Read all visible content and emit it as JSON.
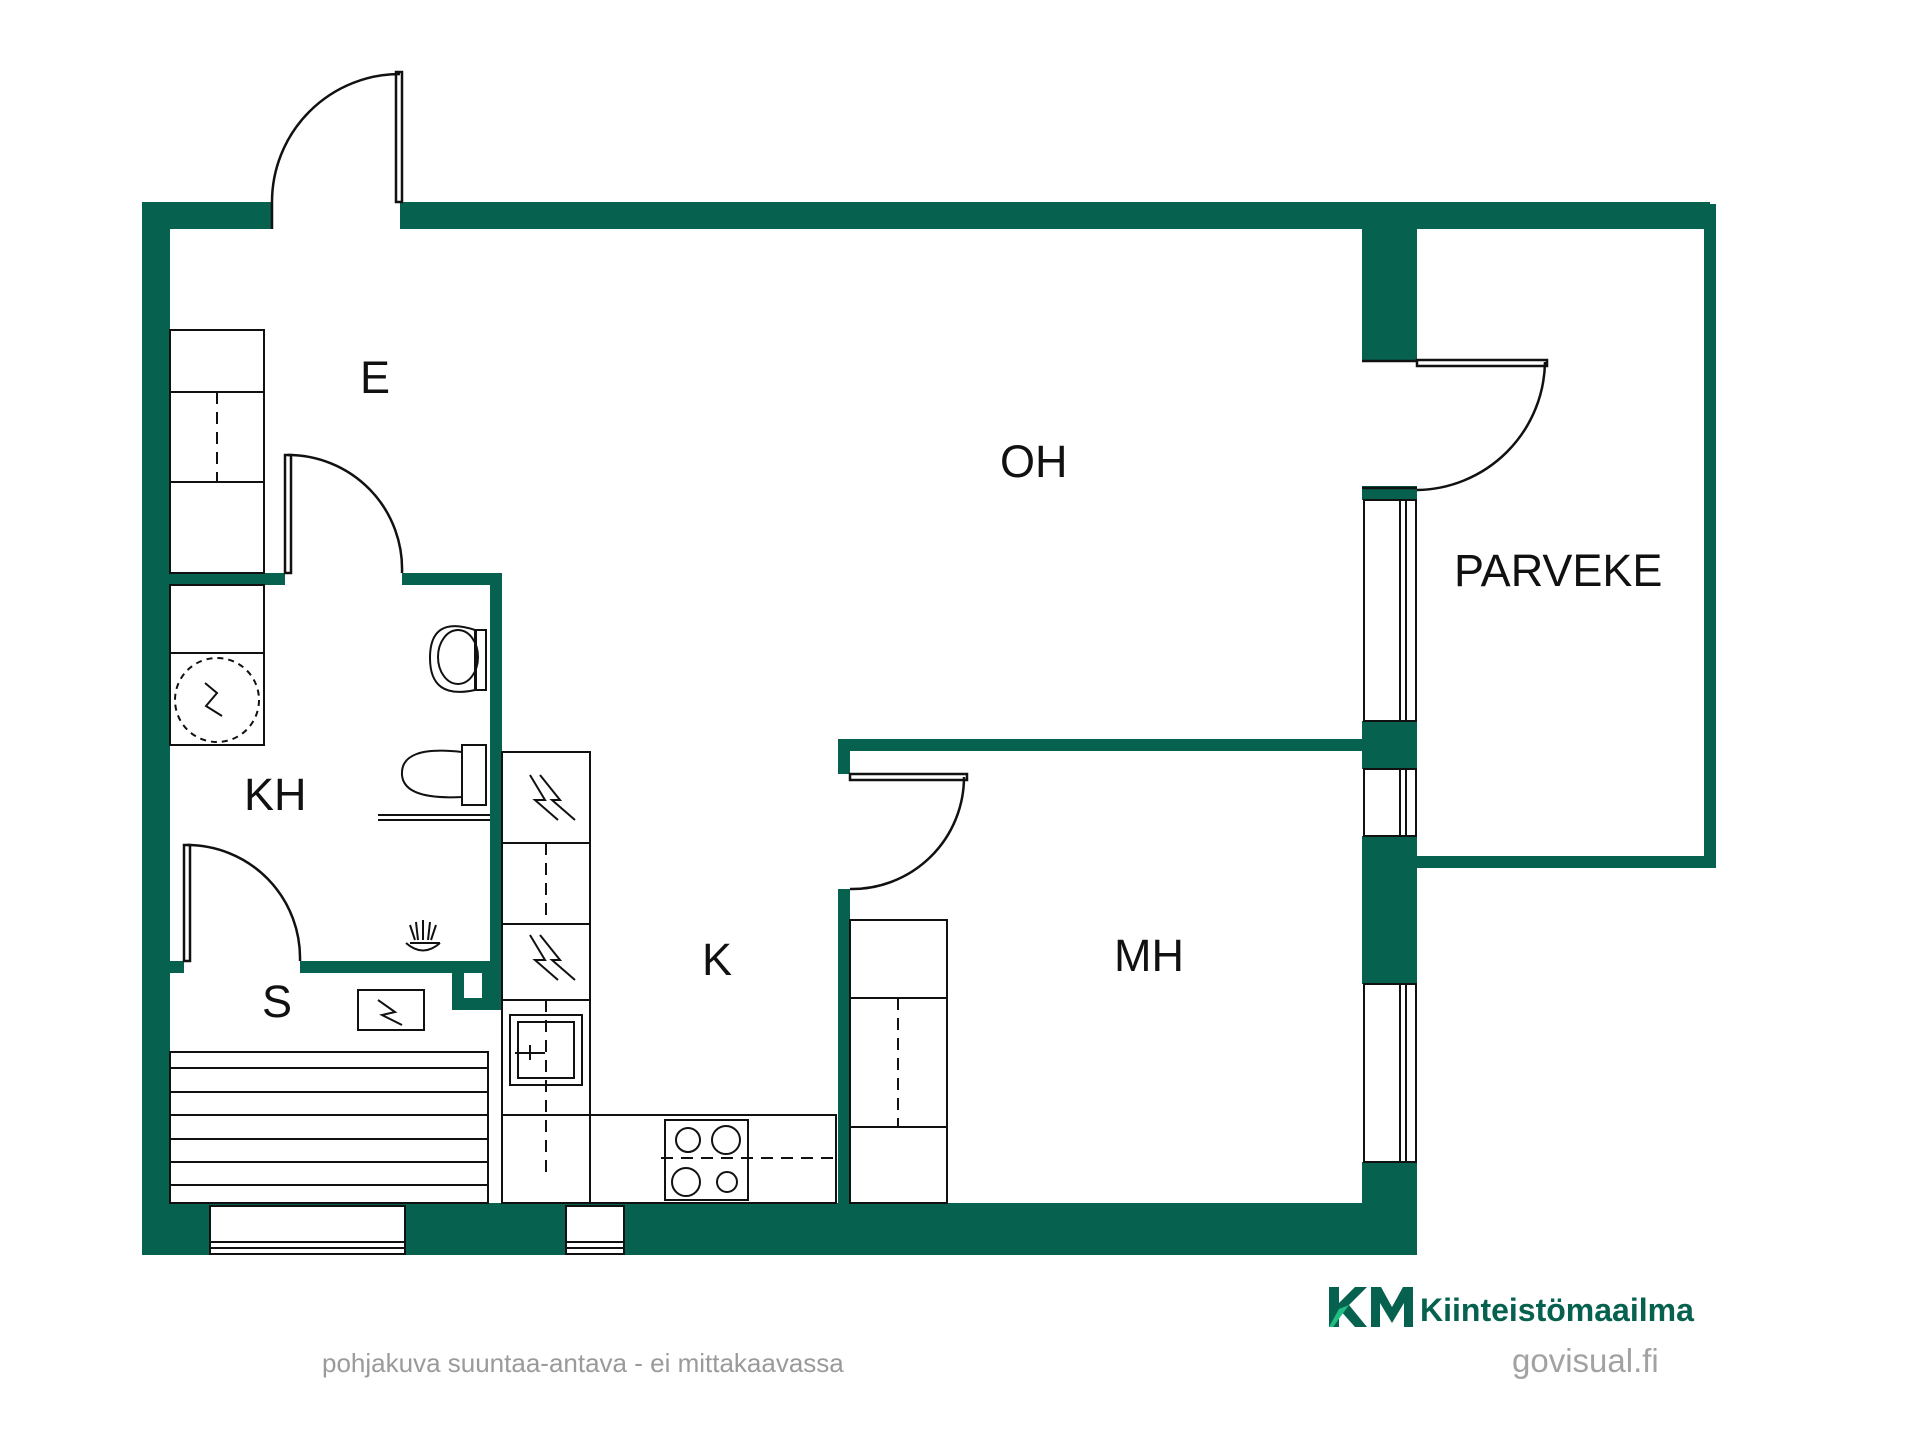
{
  "rooms": {
    "entrance": "E",
    "living_room": "OH",
    "balcony": "PARVEKE",
    "bathroom": "KH",
    "sauna": "S",
    "kitchen": "K",
    "bedroom": "MH"
  },
  "footer": {
    "disclaimer": "pohjakuva suuntaa-antava - ei mittakaavassa",
    "credit": "govisual.fi",
    "brand_name": "Kiinteistömaailma"
  },
  "logo": {
    "monogram": "KM"
  },
  "colors": {
    "wall": "#06624e",
    "brand_light": "#1fbf84",
    "text": "#111111",
    "footer_text": "#9a9a9a"
  }
}
